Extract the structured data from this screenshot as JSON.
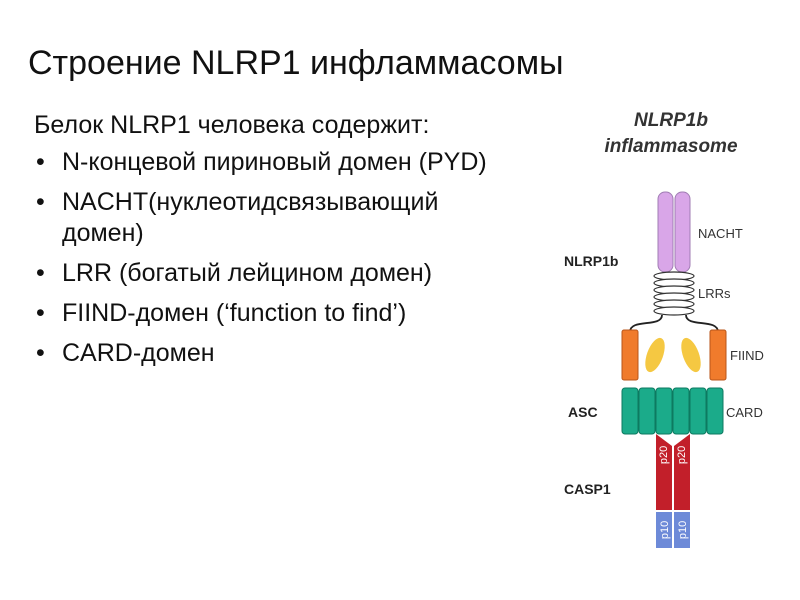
{
  "slide": {
    "title": "Строение NLRP1 инфламмасомы",
    "intro": "Белок NLRP1 человека содержит:",
    "bullets": [
      "N-концевой пириновый домен (PYD)",
      "NACHT(нуклеотидсвязывающий домен)",
      "LRR (богатый лейцином домен)",
      "FIIND-домен (‘function to find’)",
      "CARD-домен"
    ]
  },
  "diagram": {
    "title_line1": "NLRP1b",
    "title_line2": "inflammasome",
    "labels": {
      "nlrp1b": "NLRP1b",
      "asc": "ASC",
      "casp1": "CASP1",
      "nacht": "NACHT",
      "lrrs": "LRRs",
      "fiind": "FIIND",
      "card": "CARD",
      "p20": "p20",
      "p10": "p10"
    },
    "colors": {
      "nacht": "#d9a6e8",
      "lrr": "#ffffff",
      "fiind": "#f07b2c",
      "fiind_subunit": "#f5c842",
      "card": "#1bab8a",
      "casp_p20": "#c21f2a",
      "casp_p10": "#6d8ad8"
    }
  }
}
